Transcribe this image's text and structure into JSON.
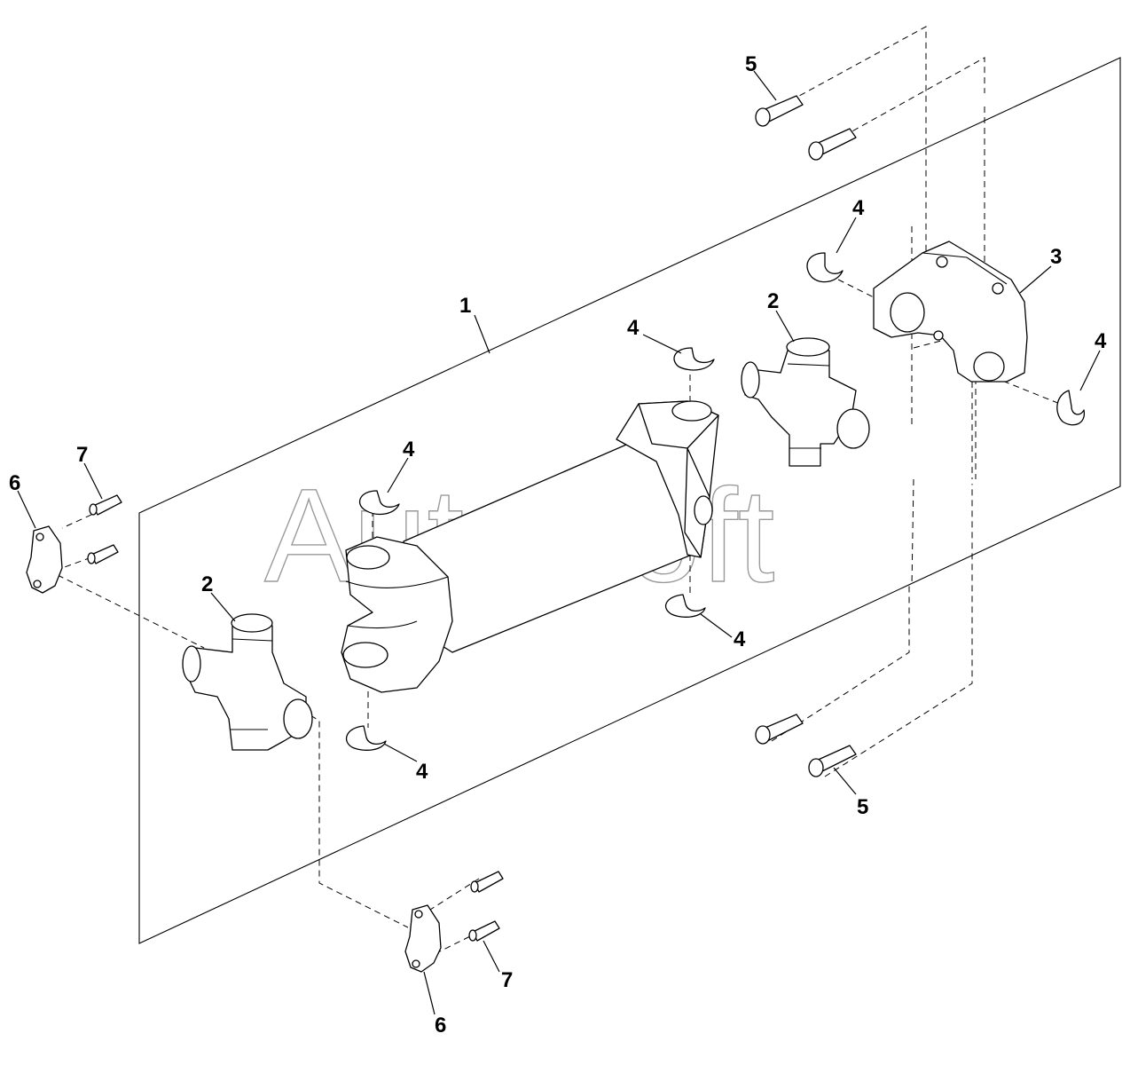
{
  "watermark": "AutoSoft",
  "callouts": {
    "c1": "1",
    "c2a": "2",
    "c2b": "2",
    "c3": "3",
    "c4a": "4",
    "c4b": "4",
    "c4c": "4",
    "c4d": "4",
    "c4e": "4",
    "c4f": "4",
    "c5a": "5",
    "c5b": "5",
    "c6a": "6",
    "c6b": "6",
    "c7a": "7",
    "c7b": "7"
  }
}
